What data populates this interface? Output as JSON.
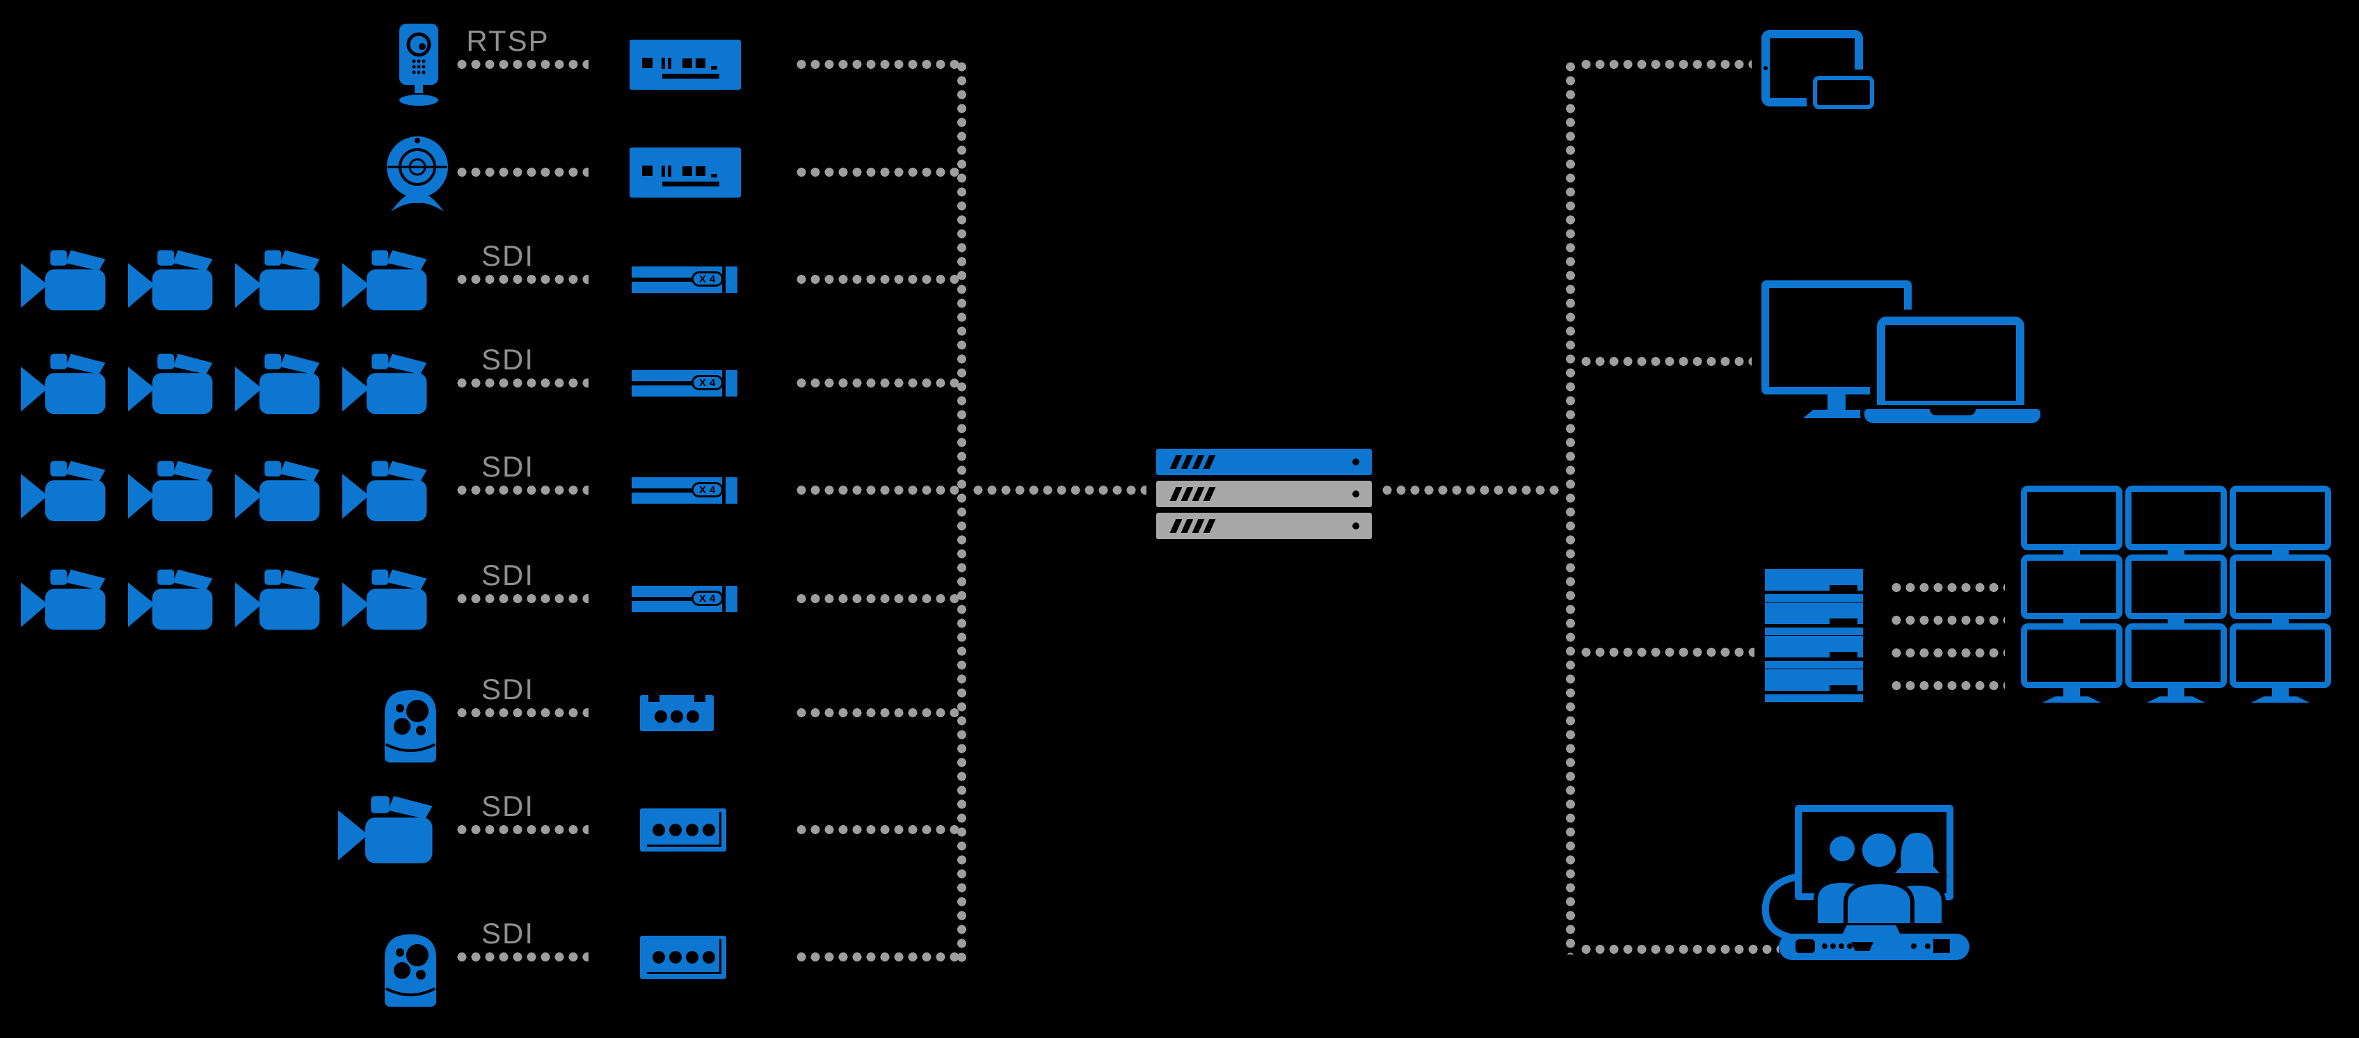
{
  "colors": {
    "accent_blue": "#0d76d1",
    "connector_dot_gray": "#9e9e9e",
    "label_gray": "#8f8f8f",
    "server_gray": "#a7a7a7",
    "background": "#000000"
  },
  "labels": {
    "rtsp": "RTSP",
    "sdi": "SDI",
    "x4_badge": "X4"
  },
  "sources": {
    "rows": [
      {
        "id": "row-1",
        "icon": "ip-camera-icon",
        "camera_count": 1,
        "protocol": "RTSP",
        "target": "encoder"
      },
      {
        "id": "row-2",
        "icon": "webcam-icon",
        "camera_count": 1,
        "protocol": "",
        "target": "encoder"
      },
      {
        "id": "row-3",
        "icon": "camcorder-icon",
        "camera_count": 4,
        "protocol": "SDI",
        "target": "encoder-x4"
      },
      {
        "id": "row-4",
        "icon": "camcorder-icon",
        "camera_count": 4,
        "protocol": "SDI",
        "target": "encoder-x4"
      },
      {
        "id": "row-5",
        "icon": "camcorder-icon",
        "camera_count": 4,
        "protocol": "SDI",
        "target": "encoder-x4"
      },
      {
        "id": "row-6",
        "icon": "camcorder-icon",
        "camera_count": 4,
        "protocol": "SDI",
        "target": "encoder-x4"
      },
      {
        "id": "row-7",
        "icon": "ptz-dome-camera-icon",
        "camera_count": 1,
        "protocol": "SDI",
        "target": "capture-3-port"
      },
      {
        "id": "row-8",
        "icon": "camcorder-icon",
        "camera_count": 1,
        "protocol": "SDI",
        "target": "capture-4-port"
      },
      {
        "id": "row-9",
        "icon": "ptz-dome-camera-icon",
        "camera_count": 1,
        "protocol": "SDI",
        "target": "capture-4-port"
      }
    ]
  },
  "center_server": {
    "units": [
      {
        "color": "blue"
      },
      {
        "color": "gray"
      },
      {
        "color": "gray"
      }
    ]
  },
  "outputs": {
    "branches": [
      {
        "id": "mobile",
        "devices": [
          "tablet",
          "smartphone"
        ]
      },
      {
        "id": "desktop",
        "devices": [
          "monitor",
          "laptop"
        ]
      },
      {
        "id": "video-wall",
        "devices": [
          "server-stack",
          "3x3-monitor-wall"
        ],
        "wall_rows": 3,
        "wall_cols": 3,
        "feeds": 4
      },
      {
        "id": "conference",
        "devices": [
          "video-conference-display",
          "codec-unit"
        ]
      }
    ]
  }
}
